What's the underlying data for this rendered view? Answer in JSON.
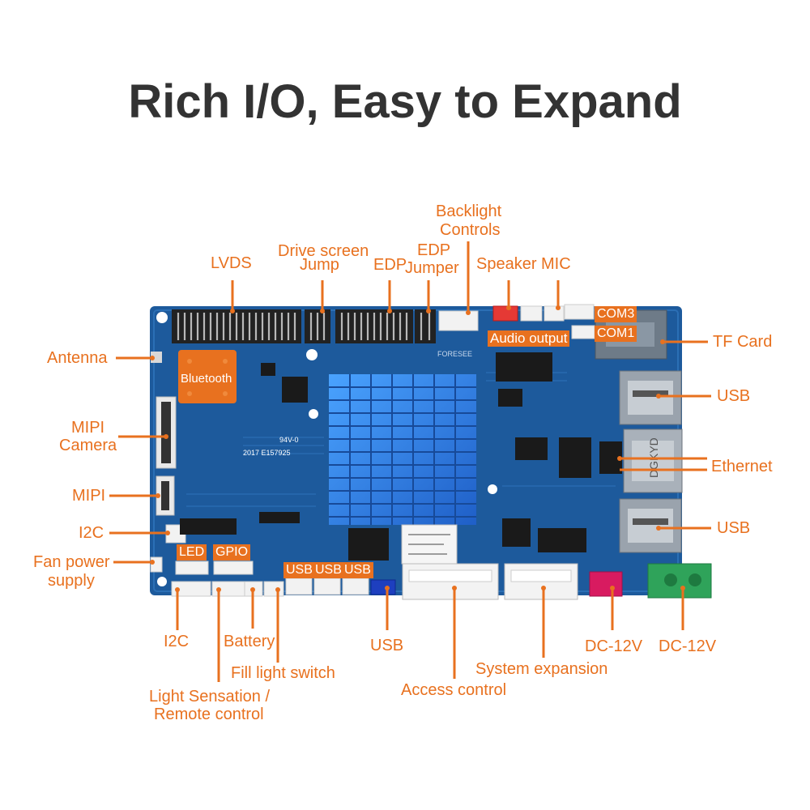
{
  "title": "Rich I/O, Easy to Expand",
  "labels": {
    "lvds": "LVDS",
    "drive_screen": "Drive screen",
    "jump": "Jump",
    "edp": "EDP",
    "edp_jumper_1": "EDP",
    "edp_jumper_2": "Jumper",
    "backlight_1": "Backlight",
    "backlight_2": "Controls",
    "speaker": "Speaker",
    "mic": "MIC",
    "tf_card": "TF Card",
    "antenna": "Antenna",
    "mipi_camera_1": "MIPI",
    "mipi_camera_2": "Camera",
    "mipi": "MIPI",
    "i2c_left": "I2C",
    "fan_1": "Fan power",
    "fan_2": "supply",
    "usb_right_top": "USB",
    "ethernet": "Ethernet",
    "usb_right_bottom": "USB",
    "i2c_bottom": "I2C",
    "battery": "Battery",
    "fill_light": "Fill light switch",
    "light_sensation_1": "Light Sensation /",
    "light_sensation_2": "Remote control",
    "usb_bottom": "USB",
    "access_control": "Access control",
    "system_expansion": "System expansion",
    "dc12v_1": "DC-12V",
    "dc12v_2": "DC-12V"
  },
  "tags": {
    "bluetooth": "Bluetooth",
    "com3": "COM3",
    "com1": "COM1",
    "audio_output": "Audio output",
    "led": "LED",
    "gpio": "GPIO",
    "usb1": "USB",
    "usb2": "USB",
    "usb3": "USB"
  },
  "board_markings": {
    "heatsink_brand": "FORESEE",
    "ul_mark": "94V-0",
    "date_code": "2017 E157925",
    "ethernet_jack": "DGKYD"
  },
  "colors": {
    "accent": "#e8711f",
    "title": "#333333",
    "pcb": "#1d5a9c",
    "heatsink": "#2f7fe0"
  }
}
